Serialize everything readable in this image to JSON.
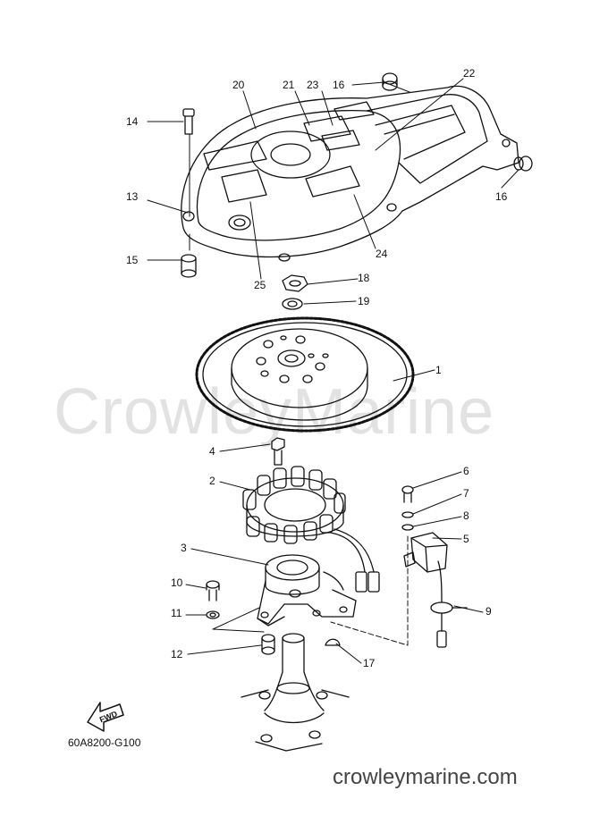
{
  "watermark": "CrowleyMarine",
  "diagram_code": "60A8200-G100",
  "site": "crowleymarine.com",
  "fwd_label": "FWD",
  "part_labels": {
    "p1": "1",
    "p2": "2",
    "p3": "3",
    "p4": "4",
    "p5": "5",
    "p6": "6",
    "p7": "7",
    "p8": "8",
    "p9": "9",
    "p10": "10",
    "p11": "11",
    "p12": "12",
    "p13": "13",
    "p14": "14",
    "p15": "15",
    "p16a": "16",
    "p16b": "16",
    "p17": "17",
    "p18": "18",
    "p19": "19",
    "p20": "20",
    "p21": "21",
    "p22": "22",
    "p23": "23",
    "p24": "24",
    "p25": "25"
  },
  "colors": {
    "line": "#111111",
    "watermark": "#e2e2e2",
    "site": "#444444"
  }
}
